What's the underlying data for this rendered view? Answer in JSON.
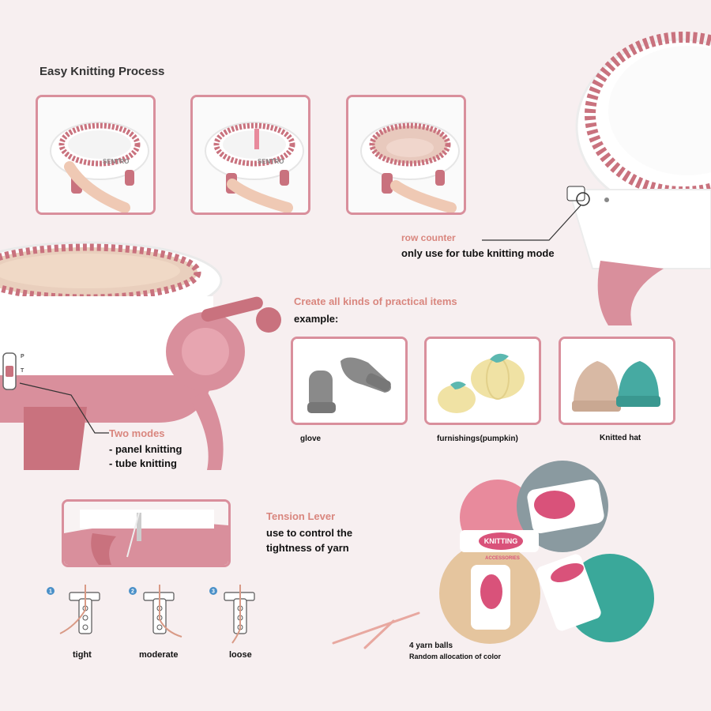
{
  "header": {
    "title": "Easy Knitting Process"
  },
  "brand": {
    "loom_text": "SENTRO"
  },
  "row_counter": {
    "title": "row counter",
    "desc": "only use for tube knitting mode"
  },
  "items_section": {
    "title": "Create all kinds of practical items",
    "subtitle": "example:",
    "items": [
      {
        "label": "glove"
      },
      {
        "label": "furnishings(pumpkin)"
      },
      {
        "label": "Knitted hat"
      }
    ]
  },
  "modes": {
    "title": "Two modes",
    "list": [
      "- panel knitting",
      "- tube knitting"
    ],
    "switch_labels": [
      "P",
      "T"
    ]
  },
  "tension": {
    "title": "Tension Lever",
    "desc_line1": "use to control the",
    "desc_line2": "tightness of yarn",
    "levels": [
      {
        "num": "1",
        "label": "tight"
      },
      {
        "num": "2",
        "label": "moderate"
      },
      {
        "num": "3",
        "label": "loose"
      }
    ]
  },
  "yarn": {
    "title": "4 yarn balls",
    "desc": "Random allocation of color",
    "band_text": "KNITTING",
    "band_sub": "ACCESSORIES"
  },
  "colors": {
    "pink": "#d98f9c",
    "loom_pink": "#c9727e",
    "accent_text": "#d9867e",
    "teal": "#3aa89a",
    "grey": "#8a9aa0",
    "tan": "#e5c59e",
    "rose_yarn": "#e88a9c"
  }
}
